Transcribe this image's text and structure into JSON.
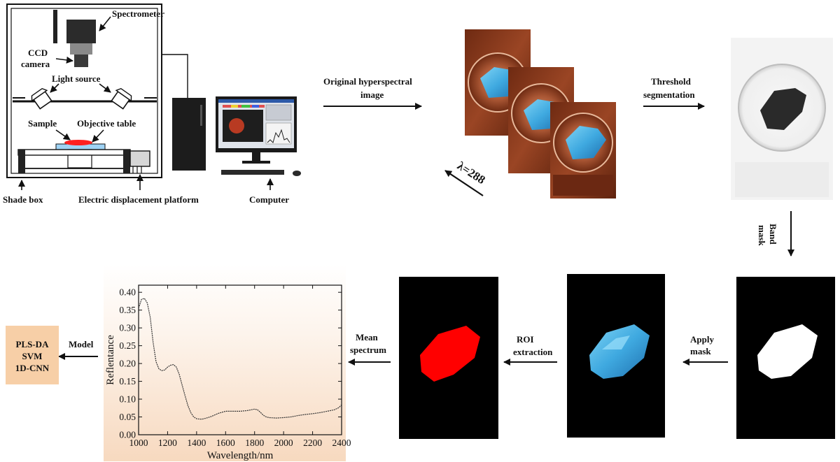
{
  "apparatus": {
    "spectrometer": "Spectrometer",
    "ccd_camera_line1": "CCD",
    "ccd_camera_line2": "camera",
    "light_source": "Light source",
    "sample": "Sample",
    "objective_table": "Objective table",
    "shade_box": "Shade box",
    "platform": "Electric displacement platform",
    "computer": "Computer"
  },
  "steps": {
    "original_line1": "Original hyperspectral",
    "original_line2": "image",
    "lambda": "λ=288",
    "threshold_line1": "Threshold",
    "threshold_line2": "segmentation",
    "band_mask_line1": "Band",
    "band_mask_line2": "mask",
    "apply_mask_line1": "Apply",
    "apply_mask_line2": "mask",
    "roi_line1": "ROI",
    "roi_line2": "extraction",
    "mean_line1": "Mean",
    "mean_line2": "spectrum",
    "model": "Model"
  },
  "models": [
    "PLS-DA",
    "SVM",
    "1D-CNN"
  ],
  "colors": {
    "copper": "#8a3a1c",
    "sample_blue": "#3fa9e0",
    "roi_red": "#ff0000",
    "model_box": "#f7cfa7",
    "sample_dish": "#ff2020"
  },
  "chart_data": {
    "type": "line",
    "xlabel": "Wavelength/nm",
    "ylabel": "Reflentance",
    "xlim": [
      1000,
      2400
    ],
    "ylim": [
      0,
      0.42
    ],
    "xticks": [
      1000,
      1200,
      1400,
      1600,
      1800,
      2000,
      2200,
      2400
    ],
    "yticks": [
      0.0,
      0.05,
      0.1,
      0.15,
      0.2,
      0.25,
      0.3,
      0.35,
      0.4
    ],
    "x": [
      1000,
      1020,
      1040,
      1060,
      1080,
      1100,
      1120,
      1140,
      1160,
      1180,
      1200,
      1220,
      1240,
      1260,
      1280,
      1300,
      1320,
      1340,
      1360,
      1380,
      1400,
      1420,
      1440,
      1460,
      1500,
      1550,
      1600,
      1650,
      1700,
      1750,
      1800,
      1820,
      1840,
      1860,
      1880,
      1900,
      1950,
      2000,
      2050,
      2100,
      2150,
      2200,
      2250,
      2300,
      2350,
      2380,
      2400
    ],
    "y": [
      0.355,
      0.38,
      0.383,
      0.37,
      0.33,
      0.26,
      0.205,
      0.185,
      0.18,
      0.182,
      0.19,
      0.195,
      0.197,
      0.19,
      0.17,
      0.14,
      0.11,
      0.082,
      0.062,
      0.05,
      0.045,
      0.044,
      0.044,
      0.046,
      0.051,
      0.06,
      0.066,
      0.066,
      0.066,
      0.068,
      0.072,
      0.07,
      0.063,
      0.055,
      0.05,
      0.048,
      0.047,
      0.048,
      0.05,
      0.054,
      0.057,
      0.059,
      0.062,
      0.066,
      0.07,
      0.076,
      0.084
    ]
  }
}
